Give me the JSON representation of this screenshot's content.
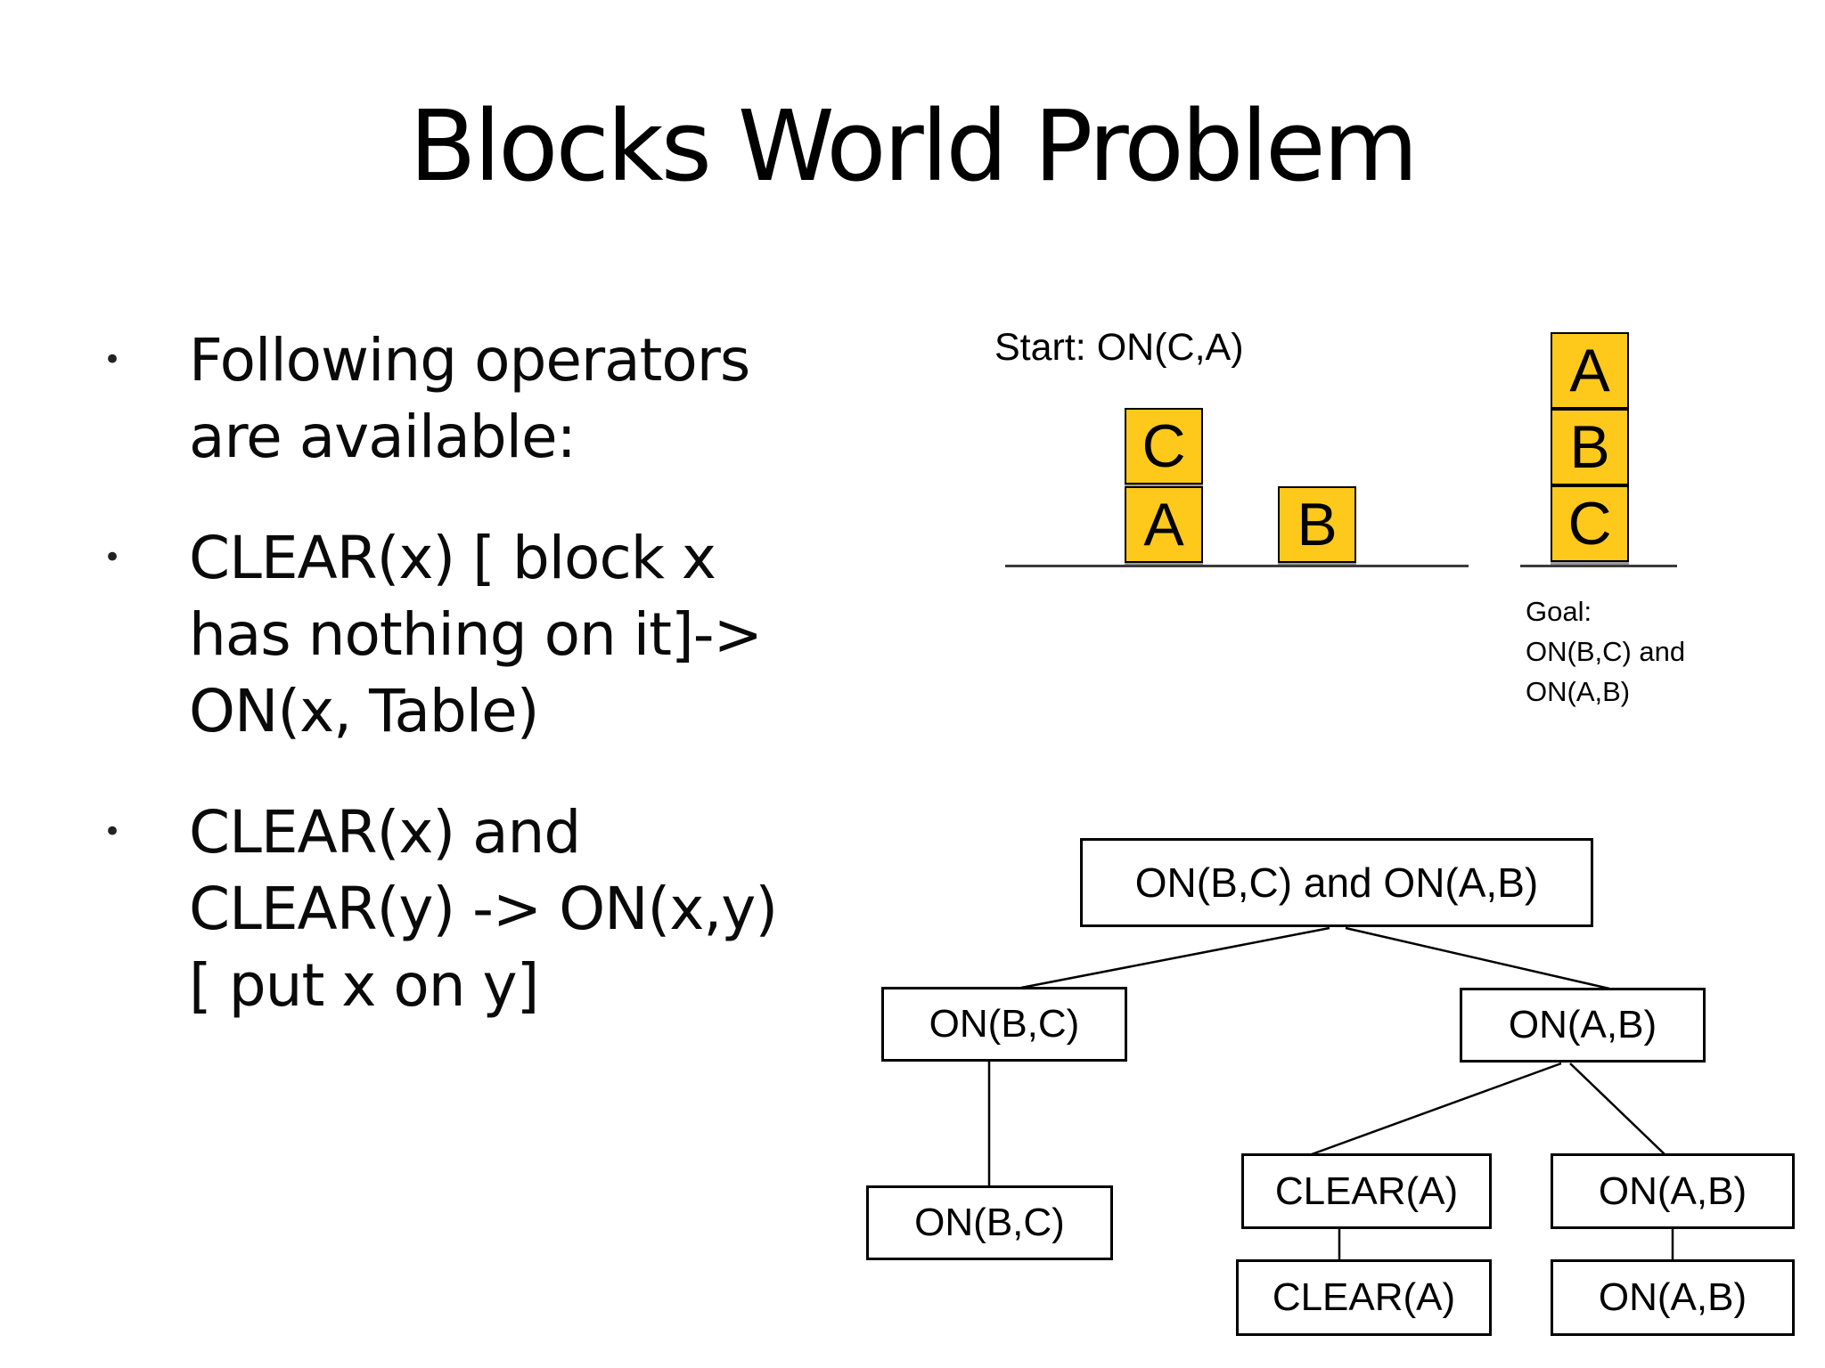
{
  "slide": {
    "title": "Blocks World Problem",
    "bullet_char": "•",
    "bullets": [
      "Following operators\nare available:",
      "CLEAR(x) [ block x\nhas nothing on it]->\nON(x, Table)",
      "CLEAR(x) and\nCLEAR(y) -> ON(x,y)\n[ put x on y]"
    ]
  },
  "start": {
    "label": "Start: ON(C,A)",
    "stack_top": "C",
    "stack_bottom": "A",
    "free_block": "B"
  },
  "goal": {
    "stack_top": "A",
    "stack_middle": "B",
    "stack_bottom": "C",
    "caption": "Goal:\nON(B,C) and\nON(A,B)"
  },
  "tree": {
    "root": "ON(B,C) and ON(A,B)",
    "left_child": "ON(B,C)",
    "left_leaf": "ON(B,C)",
    "right_child": "ON(A,B)",
    "clear_child": "CLEAR(A)",
    "clear_leaf": "CLEAR(A)",
    "onab_child": "ON(A,B)",
    "onab_leaf": "ON(A,B)"
  },
  "colors": {
    "block_fill": "#FFC91C",
    "block_shadow": "#9B9B9B",
    "line_color": "#000000",
    "background": "#FFFFFF"
  }
}
